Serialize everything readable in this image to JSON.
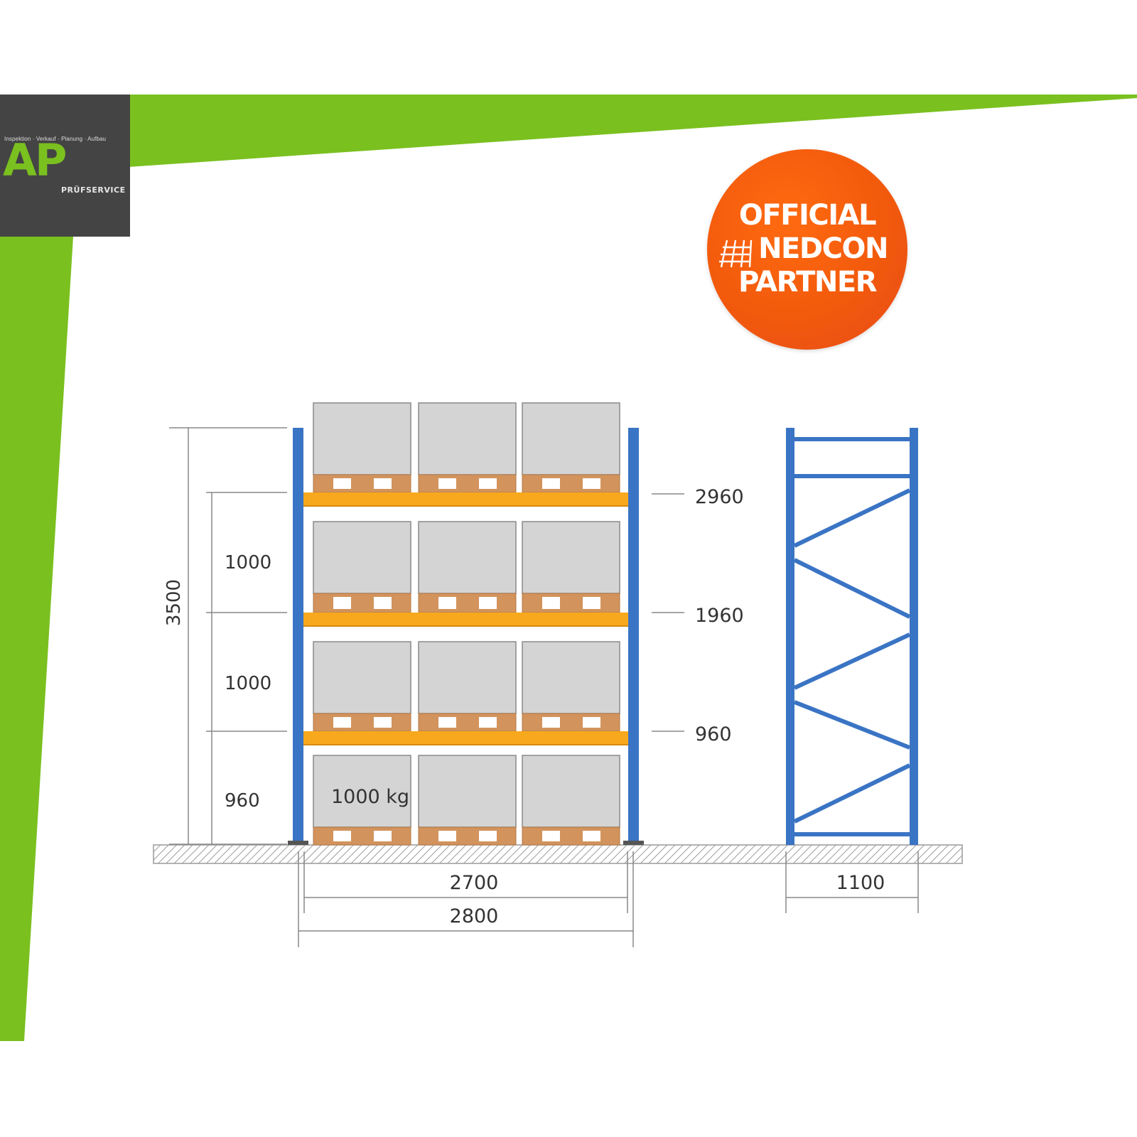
{
  "logo": {
    "tagline": "Inspektion · Verkauf · Planung · Aufbau",
    "letters": "AP",
    "subtitle": "PRÜFSERVICE",
    "background": "#444444",
    "accent": "#7ac01f"
  },
  "badge": {
    "line1": "OFFICIAL",
    "line2": "NEDCON",
    "line3": "PARTNER",
    "color": "#f25a0c",
    "icon": "rack-grid-icon"
  },
  "rack": {
    "total_height_label": "3500",
    "level_spacing_labels": [
      "1000",
      "1000",
      "960"
    ],
    "beam_height_labels": [
      "2960",
      "1960",
      "960"
    ],
    "load_label": "1000 kg",
    "inner_width_label": "2700",
    "outer_width_label": "2800",
    "frame_depth_label": "1100",
    "upright_color": "#3a74c4",
    "beam_color": "#f8a81c",
    "pallet_color": "#d2935c",
    "box_color": "#d4d4d4"
  }
}
